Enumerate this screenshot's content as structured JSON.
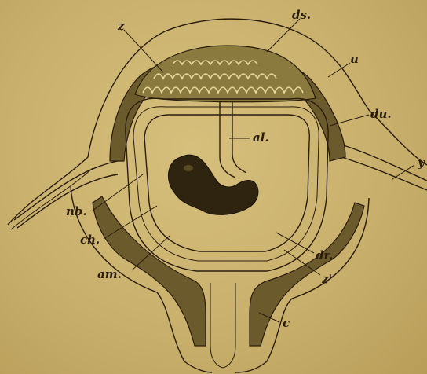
{
  "colors": {
    "paper": "#c9b16d",
    "ink": "#2b1d0e",
    "shade": "#6b5a2c",
    "placenta": "#8a7a3e"
  },
  "labels": {
    "z": "z",
    "ds": "ds.",
    "u": "u",
    "du": "du.",
    "al": "al.",
    "y": "y",
    "nb": "nb.",
    "ch": "ch.",
    "am": "am.",
    "dr": "dr.",
    "z_prime": "z'",
    "c": "c"
  }
}
